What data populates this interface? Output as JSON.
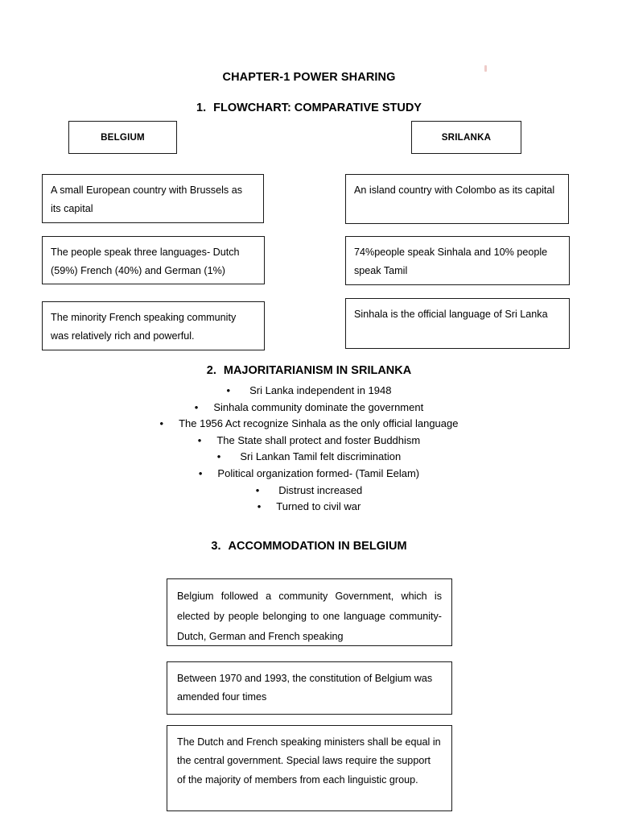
{
  "document": {
    "title": "CHAPTER-1 POWER SHARING"
  },
  "sections": {
    "one": {
      "number": "1.",
      "title": "FLOWCHART: COMPARATIVE STUDY"
    },
    "two": {
      "number": "2.",
      "title": "MAJORITARIANISM IN SRILANKA"
    },
    "three": {
      "number": "3.",
      "title": "ACCOMMODATION IN BELGIUM"
    }
  },
  "flowchart": {
    "belgium": {
      "header": "BELGIUM",
      "boxes": [
        "A small European country with Brussels as its capital",
        "The people speak three languages- Dutch (59%) French (40%) and German (1%)",
        "The minority French speaking community was relatively rich and powerful."
      ]
    },
    "srilanka": {
      "header": "SRILANKA",
      "boxes": [
        "An island country with Colombo as its capital",
        "74%people speak Sinhala and 10% people speak Tamil",
        "Sinhala is the official language of Sri Lanka"
      ]
    }
  },
  "majoritarianism": {
    "bullet_char": "•",
    "items": [
      "Sri Lanka independent in 1948",
      "Sinhala community dominate the government",
      "The 1956 Act recognize Sinhala as the only official language",
      "The State shall protect and foster Buddhism",
      "Sri Lankan Tamil felt discrimination",
      "Political organization formed- (Tamil Eelam)",
      "Distrust increased",
      "Turned to civil war"
    ]
  },
  "accommodation": {
    "boxes": [
      "Belgium followed a community Government, which is elected by people belonging to one language community- Dutch, German and French speaking",
      "Between 1970 and 1993, the constitution of Belgium was amended four times",
      "The Dutch and French speaking ministers shall be equal in the central government. Special laws require the support of the majority of members from each linguistic group."
    ]
  }
}
